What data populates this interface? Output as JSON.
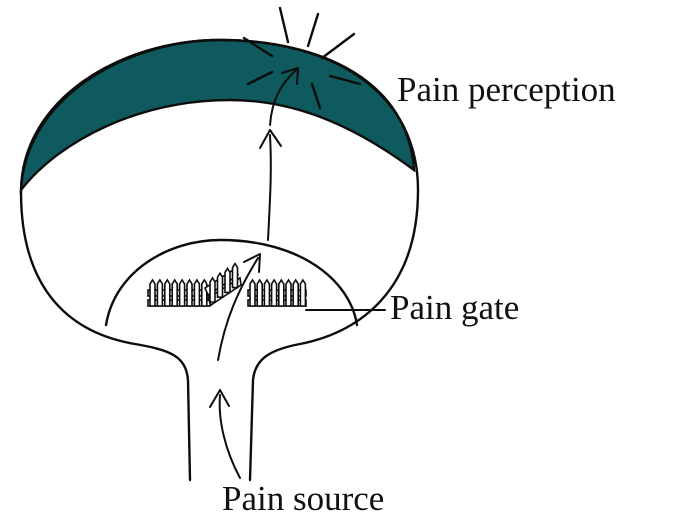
{
  "labels": {
    "perception": "Pain perception",
    "gate": "Pain gate",
    "source": "Pain source"
  },
  "colors": {
    "cortex_fill": "#0f5a5e",
    "outline": "#0d0d0d",
    "background": "#ffffff"
  }
}
